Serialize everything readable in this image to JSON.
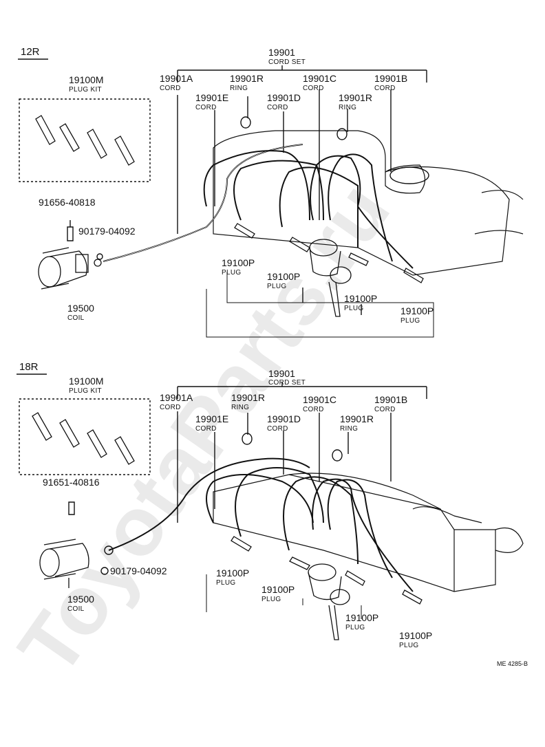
{
  "watermark": "ToyotaParts.ru",
  "doc_code": "ME 4285-B",
  "sections": [
    {
      "name": "12R",
      "cord_set_num": "19901",
      "cord_set_text": "CORD SET",
      "cord_a_num": "19901A",
      "cord_a_text": "CORD",
      "cord_b_num": "19901B",
      "cord_b_text": "CORD",
      "cord_c_num": "19901C",
      "cord_c_text": "CORD",
      "cord_d_num": "19901D",
      "cord_d_text": "CORD",
      "cord_e_num": "19901E",
      "cord_e_text": "CORD",
      "ring1_num": "19901R",
      "ring1_text": "RING",
      "ring2_num": "19901R",
      "ring2_text": "RING",
      "plug_kit_num": "19100M",
      "plug_kit_text": "PLUG KIT",
      "bolt_num": "91656-40818",
      "nut_num": "90179-04092",
      "coil_num": "19500",
      "coil_text": "COIL",
      "plug1_num": "19100P",
      "plug1_text": "PLUG",
      "plug2_num": "19100P",
      "plug2_text": "PLUG",
      "plug3_num": "19100P",
      "plug3_text": "PLUG",
      "plug4_num": "19100P",
      "plug4_text": "PLUG"
    },
    {
      "name": "18R",
      "cord_set_num": "19901",
      "cord_set_text": "CORD SET",
      "cord_a_num": "19901A",
      "cord_a_text": "CORD",
      "cord_b_num": "19901B",
      "cord_b_text": "CORD",
      "cord_c_num": "19901C",
      "cord_c_text": "CORD",
      "cord_d_num": "19901D",
      "cord_d_text": "CORD",
      "cord_e_num": "19901E",
      "cord_e_text": "CORD",
      "ring1_num": "19901R",
      "ring1_text": "RING",
      "ring2_num": "19901R",
      "ring2_text": "RING",
      "plug_kit_num": "19100M",
      "plug_kit_text": "PLUG KIT",
      "bolt_num": "91651-40816",
      "nut_num": "90179-04092",
      "coil_num": "19500",
      "coil_text": "COIL",
      "plug1_num": "19100P",
      "plug1_text": "PLUG",
      "plug2_num": "19100P",
      "plug2_text": "PLUG",
      "plug3_num": "19100P",
      "plug3_text": "PLUG",
      "plug4_num": "19100P",
      "plug4_text": "PLUG"
    }
  ]
}
